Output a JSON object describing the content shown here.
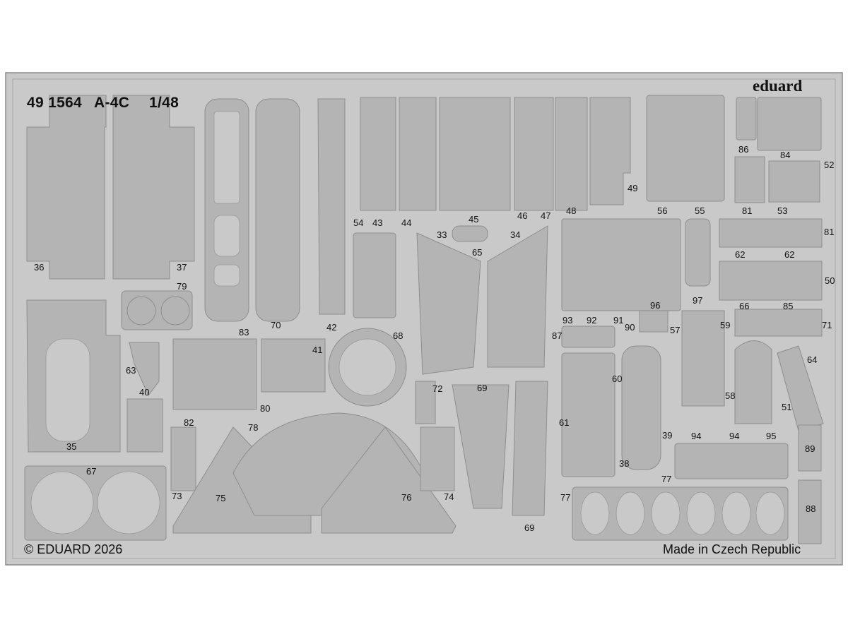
{
  "header": {
    "product_code": "49 1564",
    "model": "A-4C",
    "scale": "1/48",
    "brand": "eduard"
  },
  "footer": {
    "copyright": "© EDUARD 2026",
    "origin": "Made in Czech Republic"
  },
  "colors": {
    "sheet": "#c9c9c9",
    "part": "#b4b4b4",
    "hole": "#c9c9c9",
    "edge": "#8a8a8a",
    "text": "#111111"
  },
  "part_labels": [
    "36",
    "37",
    "79",
    "83",
    "70",
    "42",
    "54",
    "43",
    "44",
    "45",
    "33",
    "34",
    "65",
    "46",
    "47",
    "48",
    "49",
    "56",
    "55",
    "86",
    "84",
    "52",
    "81",
    "53",
    "81",
    "62",
    "62",
    "50",
    "97",
    "96",
    "93",
    "92",
    "91",
    "87",
    "90",
    "57",
    "66",
    "85",
    "59",
    "71",
    "64",
    "63",
    "40",
    "41",
    "68",
    "72",
    "69",
    "60",
    "58",
    "51",
    "61",
    "38",
    "39",
    "94",
    "94",
    "95",
    "89",
    "82",
    "78",
    "80",
    "73",
    "75",
    "76",
    "74",
    "77",
    "77",
    "88",
    "69",
    "67",
    "35"
  ]
}
